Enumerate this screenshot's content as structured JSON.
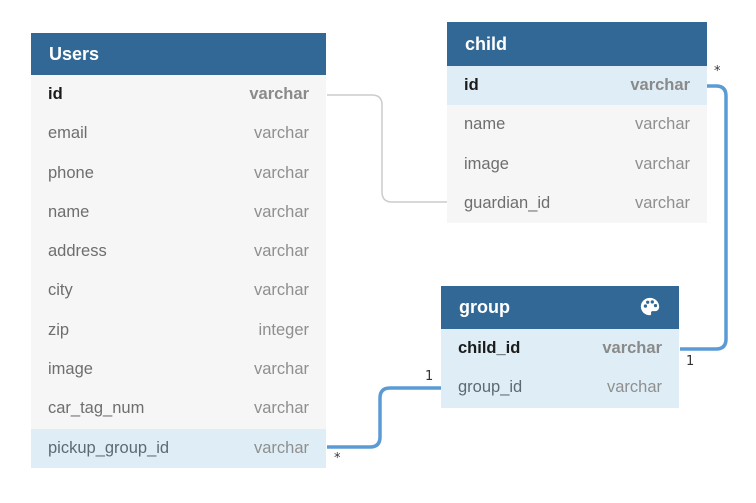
{
  "tables": {
    "users": {
      "title": "Users",
      "fields": [
        {
          "name": "id",
          "type": "varchar"
        },
        {
          "name": "email",
          "type": "varchar"
        },
        {
          "name": "phone",
          "type": "varchar"
        },
        {
          "name": "name",
          "type": "varchar"
        },
        {
          "name": "address",
          "type": "varchar"
        },
        {
          "name": "city",
          "type": "varchar"
        },
        {
          "name": "zip",
          "type": "integer"
        },
        {
          "name": "image",
          "type": "varchar"
        },
        {
          "name": "car_tag_num",
          "type": "varchar"
        },
        {
          "name": "pickup_group_id",
          "type": "varchar"
        }
      ]
    },
    "child": {
      "title": "child",
      "fields": [
        {
          "name": "id",
          "type": "varchar"
        },
        {
          "name": "name",
          "type": "varchar"
        },
        {
          "name": "image",
          "type": "varchar"
        },
        {
          "name": "guardian_id",
          "type": "varchar"
        }
      ]
    },
    "group": {
      "title": "group",
      "header_icon": "palette-icon",
      "fields": [
        {
          "name": "child_id",
          "type": "varchar"
        },
        {
          "name": "group_id",
          "type": "varchar"
        }
      ]
    }
  },
  "relationships": {
    "child_to_group": {
      "child_end": "*",
      "group_end": "1"
    },
    "users_to_group": {
      "users_end": "*",
      "group_end": "1"
    }
  },
  "colors": {
    "header": "#316896",
    "highlight_row": "#dfeef6",
    "link_active": "#5b9bd5",
    "link_inactive": "#cccccc"
  }
}
